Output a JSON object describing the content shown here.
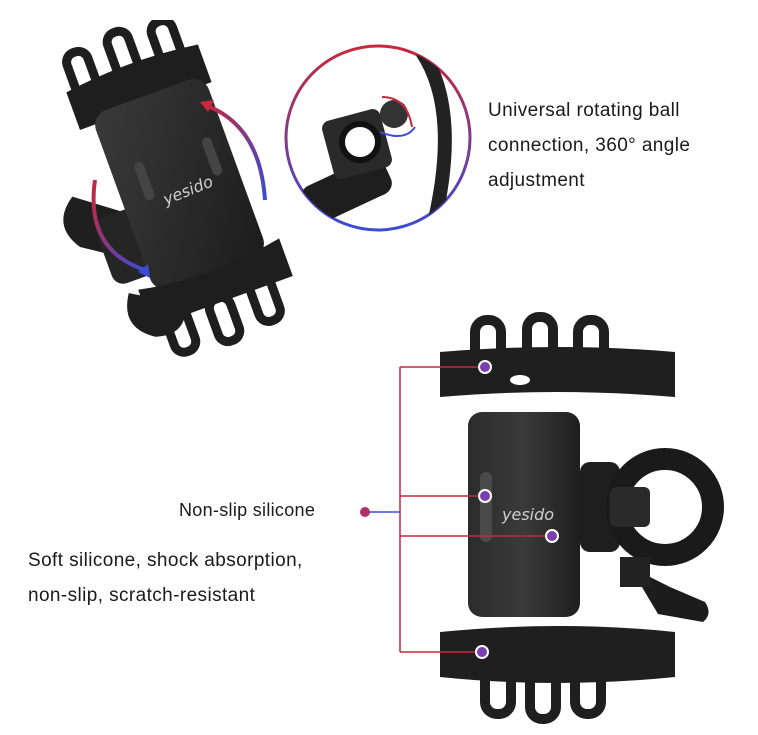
{
  "brand": {
    "logo_text": "yesido"
  },
  "features": {
    "rotation": {
      "line1": "Universal rotating ball",
      "line2": "connection, 360° angle",
      "line3": "adjustment"
    },
    "nonslip_label": "Non-slip silicone",
    "soft_silicone": {
      "line1": "Soft silicone, shock absorption,",
      "line2": "non-slip, scratch-resistant"
    }
  },
  "colors": {
    "accent_red": "#c8283c",
    "accent_blue": "#3a4bd6",
    "product_dark": "#2a2a2a"
  }
}
